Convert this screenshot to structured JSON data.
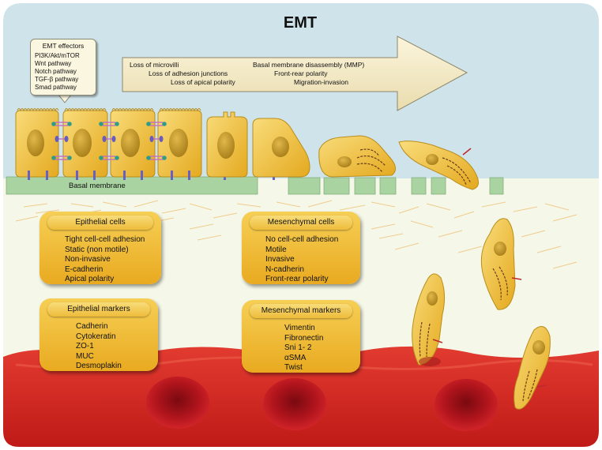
{
  "title": "EMT",
  "effectors": {
    "heading": "EMT effectors",
    "items": [
      "PI3K/Akt/mTOR",
      "Wnt pathway",
      "Notch pathway",
      "TGF-β pathway",
      "Smad pathway"
    ]
  },
  "arrow": {
    "left_col": [
      "Loss of microvilli",
      "Loss of adhesion junctions",
      "Loss of apical polarity"
    ],
    "right_col": [
      "Basal membrane disassembly (MMP)",
      "Front-rear polarity",
      "Migration-invasion"
    ]
  },
  "basal_membrane_label": "Basal membrane",
  "epithelial_cells": {
    "title": "Epithelial cells",
    "items": [
      "Tight cell-cell adhesion",
      "Static (non motile)",
      "Non-invasive",
      "E-cadherin",
      "Apical polarity"
    ]
  },
  "mesenchymal_cells": {
    "title": "Mesenchymal cells",
    "items": [
      "No cell-cell adhesion",
      "Motile",
      "Invasive",
      "N-cadherin",
      "Front-rear polarity"
    ]
  },
  "epithelial_markers": {
    "title": "Epithelial markers",
    "items": [
      "Cadherin",
      "Cytokeratin",
      "ZO-1",
      "MUC",
      "Desmoplakin"
    ]
  },
  "mesenchymal_markers": {
    "title": "Mesenchymal markers",
    "items": [
      "Vimentin",
      "Fibronectin",
      "Sni 1- 2",
      "αSMA",
      "Twist"
    ]
  },
  "colors": {
    "sky": "#cfe3ea",
    "stroma": "#f5f8e8",
    "cell_fill": "#f2c54a",
    "nucleus": "#c9a12f",
    "basal": "#a9d3a0",
    "blood": "#d42a25",
    "rbc": "#b3121a"
  }
}
